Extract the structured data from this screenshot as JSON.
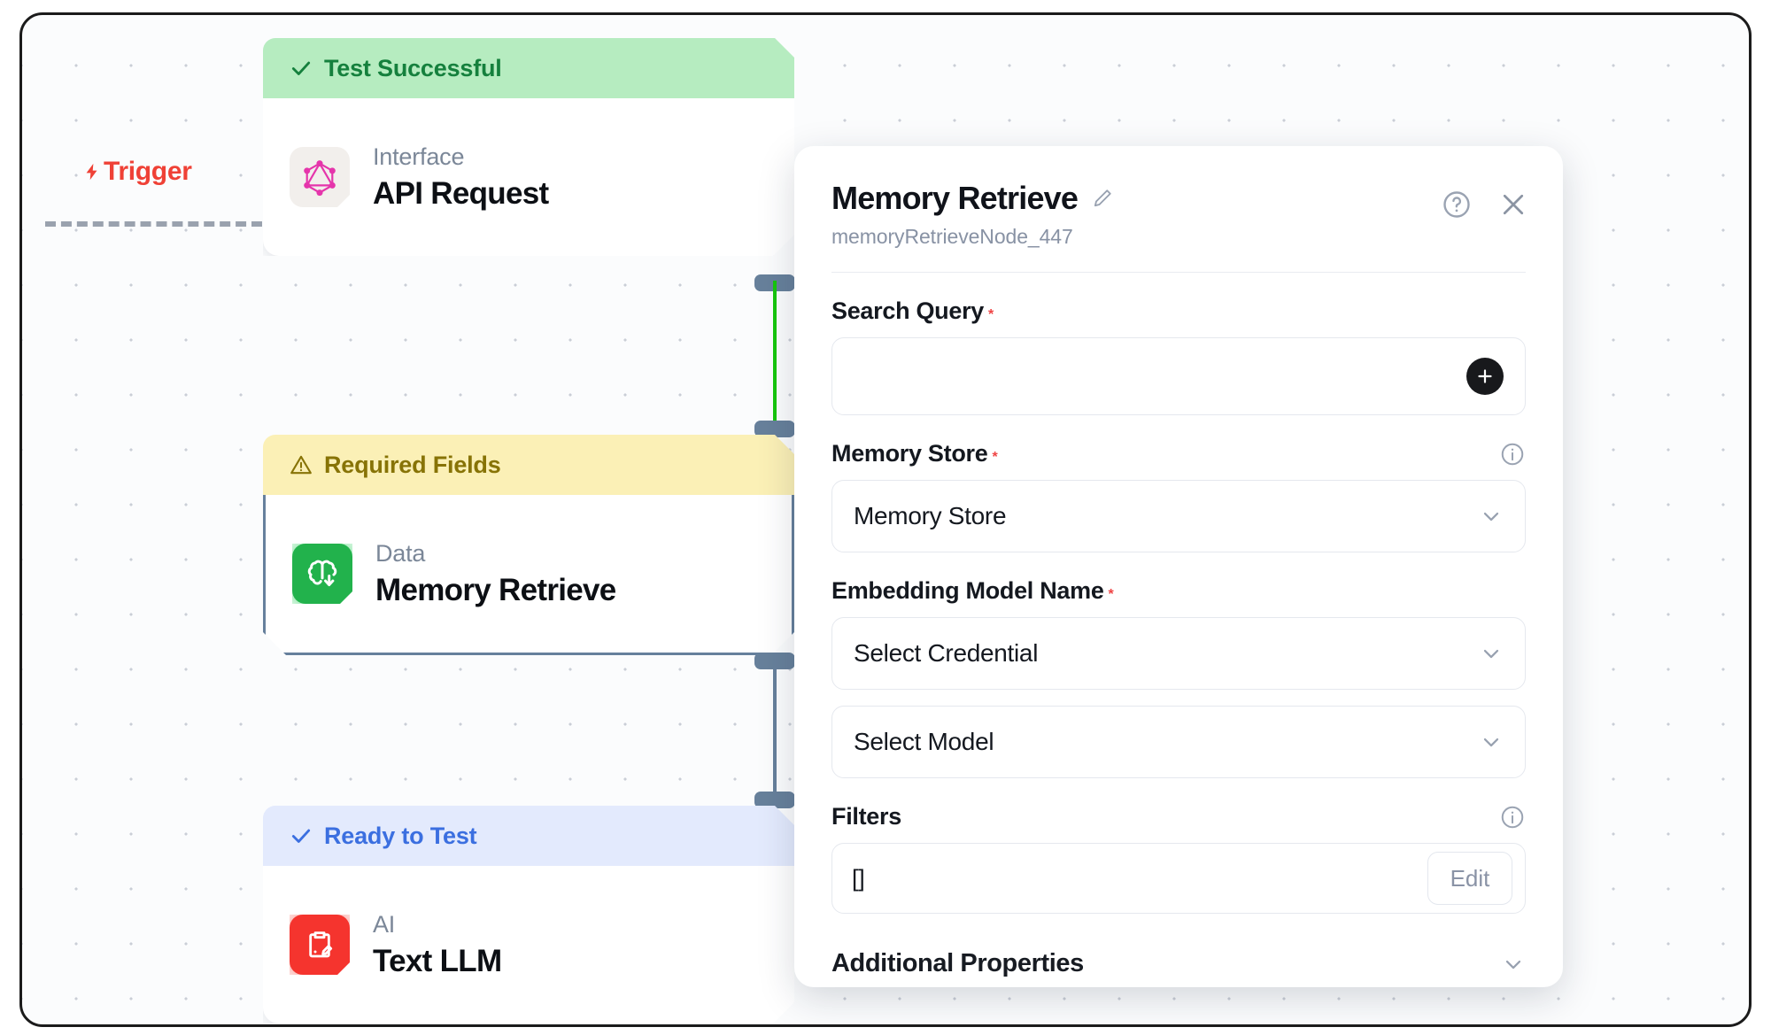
{
  "canvas": {
    "trigger": {
      "label": "Trigger",
      "icon": "lightning-bolt-icon",
      "color": "#ef4136"
    }
  },
  "nodes": [
    {
      "status": "Test Successful",
      "status_type": "success",
      "status_icon": "check-icon",
      "category": "Interface",
      "title": "API Request",
      "icon": "graphql-icon",
      "selected": false
    },
    {
      "status": "Required Fields",
      "status_type": "warning",
      "status_icon": "warning-triangle-icon",
      "category": "Data",
      "title": "Memory Retrieve",
      "icon": "brain-download-icon",
      "selected": true
    },
    {
      "status": "Ready to Test",
      "status_type": "info",
      "status_icon": "check-icon",
      "category": "AI",
      "title": "Text LLM",
      "icon": "clipboard-pencil-icon",
      "selected": false
    }
  ],
  "edges": [
    {
      "from": "API Request",
      "to": "Memory Retrieve",
      "color": "#16c60c",
      "state": "active"
    },
    {
      "from": "Memory Retrieve",
      "to": "Text LLM",
      "color": "#67809b",
      "state": "inactive"
    }
  ],
  "panel": {
    "title": "Memory Retrieve",
    "edit_icon": "pencil-icon",
    "subtitle": "memoryRetrieveNode_447",
    "help_icon": "question-circle-icon",
    "close_icon": "close-icon",
    "fields": {
      "search_query": {
        "label": "Search Query",
        "required": "*",
        "value": "",
        "add_icon": "plus-icon"
      },
      "memory_store": {
        "label": "Memory Store",
        "required": "*",
        "info_icon": "info-circle-icon",
        "value": "Memory Store",
        "chevron": "chevron-down-icon"
      },
      "embedding_model_name": {
        "label": "Embedding Model Name",
        "required": "*",
        "credential_value": "Select Credential",
        "model_value": "Select Model",
        "chevron": "chevron-down-icon"
      },
      "filters": {
        "label": "Filters",
        "info_icon": "info-circle-icon",
        "value": "[]",
        "edit_label": "Edit"
      },
      "additional_properties": {
        "label": "Additional Properties",
        "chevron": "chevron-down-icon"
      }
    }
  }
}
